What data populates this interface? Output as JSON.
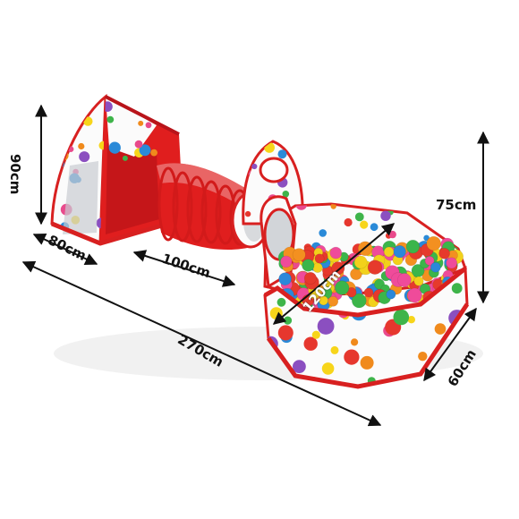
{
  "dimensions": {
    "height_tent": "90cm",
    "width_tent": "80cm",
    "length_tunnel": "100cm",
    "diameter_pool": "120cm",
    "height_basket": "75cm",
    "height_pool": "60cm",
    "total_length": "270cm"
  },
  "colors": {
    "red": "#e01e1e",
    "dark_red": "#b8141a",
    "white_fabric": "#fbfbfb",
    "dot_palette": [
      "#e6372e",
      "#2a8ad8",
      "#3eb44a",
      "#f7d51a",
      "#8b4fc0",
      "#f08a1c",
      "#e94a8c"
    ],
    "ball_palette": [
      "#f2d11b",
      "#e63a2c",
      "#2b88d9",
      "#3bb54a",
      "#ef4b9a",
      "#f39020"
    ]
  }
}
